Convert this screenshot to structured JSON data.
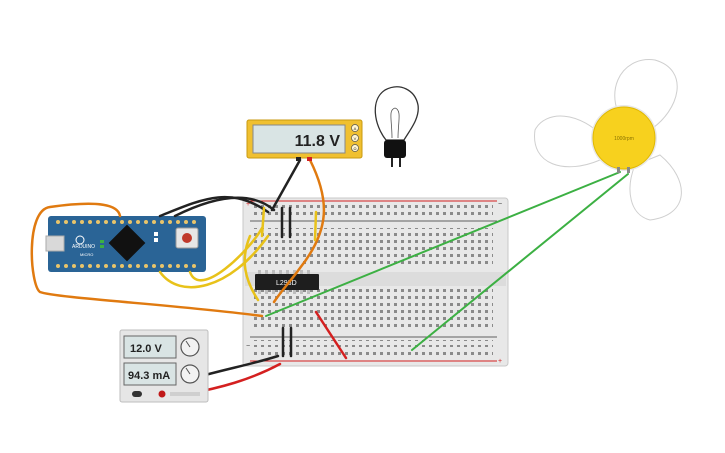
{
  "multimeter": {
    "reading": "11.8 V",
    "knob_labels": [
      "A",
      "V",
      "Ω"
    ]
  },
  "power_supply": {
    "voltage_reading": "12.0 V",
    "current_reading": "94.3 mA"
  },
  "chip": {
    "label": "L293D"
  },
  "arduino": {
    "brand": "ARDUINO",
    "model": "MICRO"
  },
  "motor": {
    "label": "1000rpm"
  },
  "colors": {
    "wire_black": "#222222",
    "wire_orange": "#e07a10",
    "wire_yellow": "#e8c21a",
    "wire_green": "#3cb043",
    "wire_red": "#d42020",
    "arduino_blue": "#2a6496",
    "motor_yellow": "#f7d11e",
    "meter_yellow": "#f0c030"
  }
}
